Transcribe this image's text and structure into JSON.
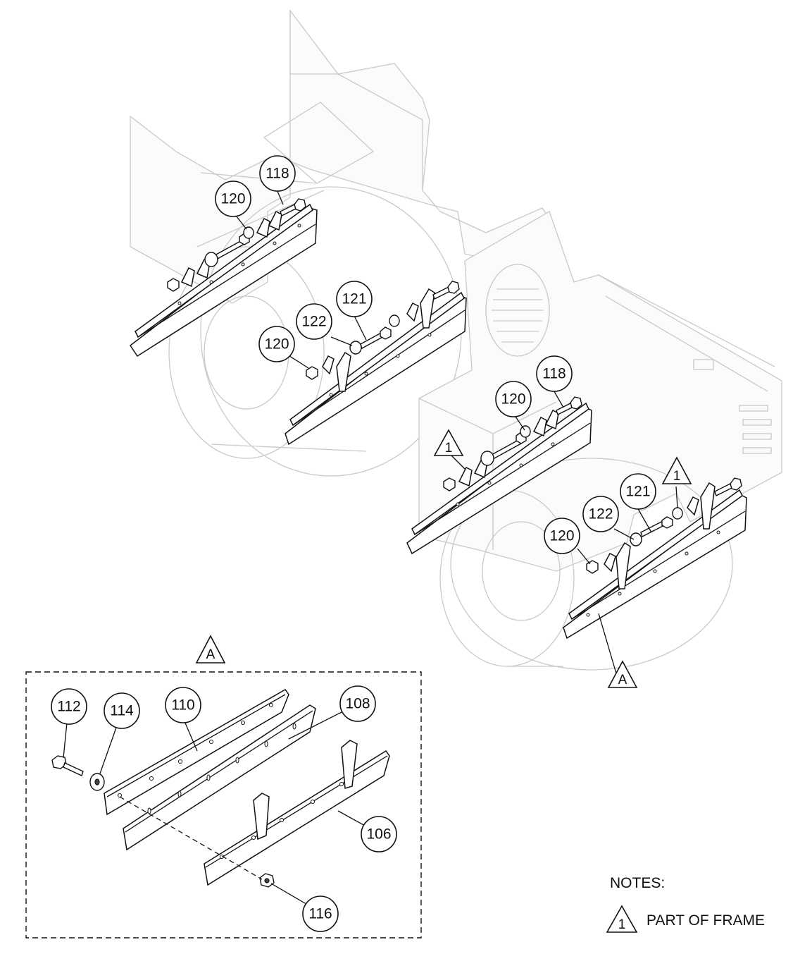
{
  "callouts": {
    "c118a": "118",
    "c120a": "120",
    "c121a": "121",
    "c122a": "122",
    "c120b": "120",
    "c118b": "118",
    "c120c": "120",
    "c121b": "121",
    "c122b": "122",
    "c120d": "120",
    "c112": "112",
    "c114": "114",
    "c110": "110",
    "c108": "108",
    "c106": "106",
    "c116": "116"
  },
  "detail_flags": {
    "view_label": "A",
    "ref_label": "A"
  },
  "frame_flags": {
    "flag1": "1",
    "flag2": "1"
  },
  "notes": {
    "title": "NOTES:",
    "flag": "1",
    "text": "PART OF FRAME"
  }
}
